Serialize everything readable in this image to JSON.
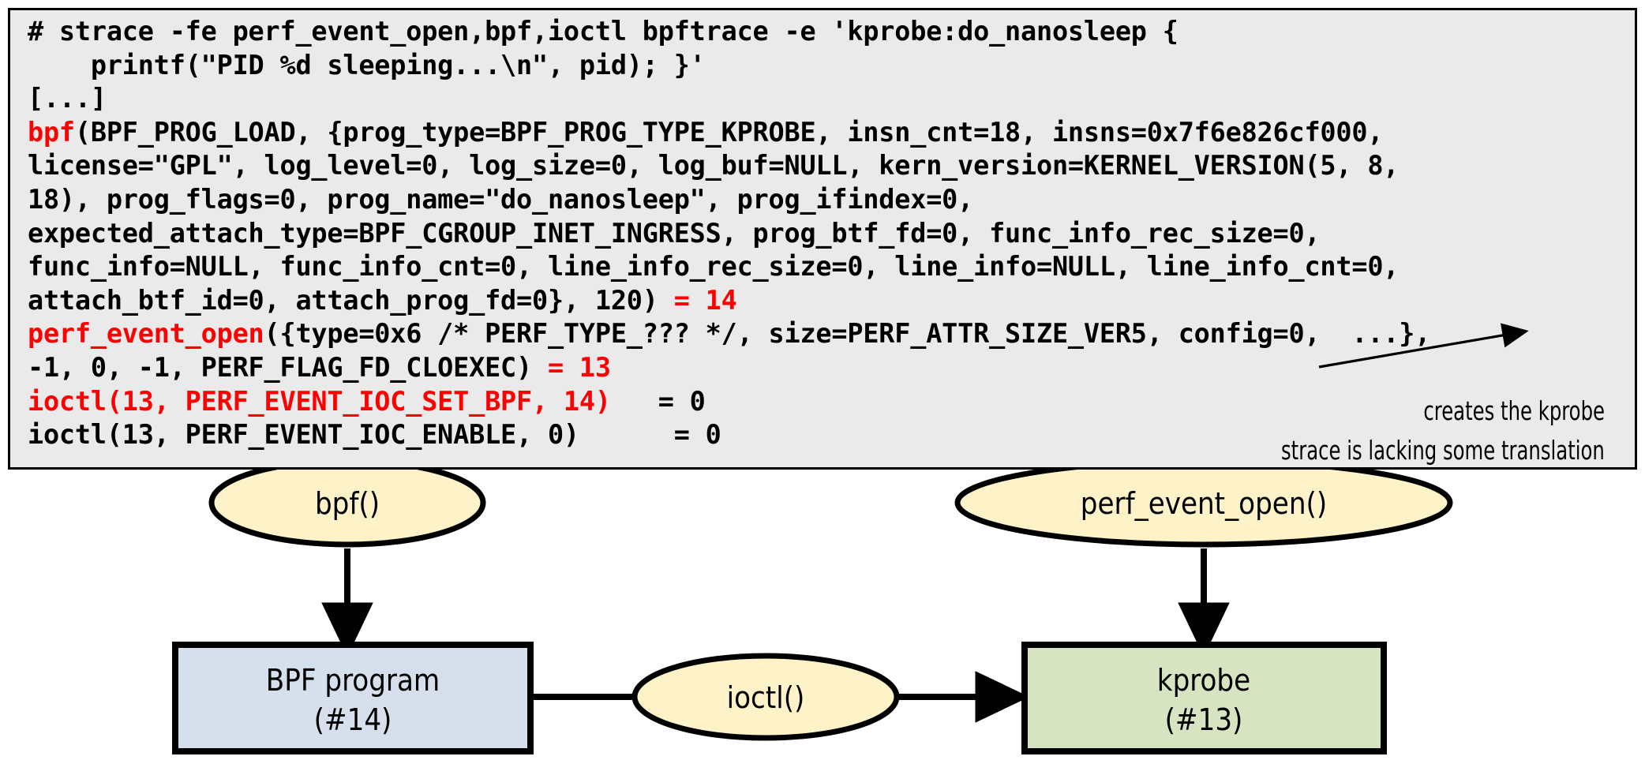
{
  "terminal": {
    "background_color": "#eaeaea",
    "border_color": "#000000",
    "text_color": "#000000",
    "highlight_color": "#ff0000",
    "lines": [
      [
        {
          "t": "# strace -fe perf_event_open,bpf,ioctl bpftrace -e 'kprobe:do_nanosleep {",
          "c": "black"
        }
      ],
      [
        {
          "t": "    printf(\"PID %d sleeping...\\n\", pid); }'",
          "c": "black"
        }
      ],
      [
        {
          "t": "[...]",
          "c": "black"
        }
      ],
      [
        {
          "t": "bpf",
          "c": "red"
        },
        {
          "t": "(BPF_PROG_LOAD, {prog_type=BPF_PROG_TYPE_KPROBE, insn_cnt=18, insns=0x7f6e826cf000,",
          "c": "black"
        }
      ],
      [
        {
          "t": "license=\"GPL\", log_level=0, log_size=0, log_buf=NULL, kern_version=KERNEL_VERSION(5, 8,",
          "c": "black"
        }
      ],
      [
        {
          "t": "18), prog_flags=0, prog_name=\"do_nanosleep\", prog_ifindex=0,",
          "c": "black"
        }
      ],
      [
        {
          "t": "expected_attach_type=BPF_CGROUP_INET_INGRESS, prog_btf_fd=0, func_info_rec_size=0,",
          "c": "black"
        }
      ],
      [
        {
          "t": "func_info=NULL, func_info_cnt=0, line_info_rec_size=0, line_info=NULL, line_info_cnt=0,",
          "c": "black"
        }
      ],
      [
        {
          "t": "attach_btf_id=0, attach_prog_fd=0}, 120) ",
          "c": "black"
        },
        {
          "t": "= 14",
          "c": "red"
        }
      ],
      [
        {
          "t": "perf_event_open",
          "c": "red"
        },
        {
          "t": "({type=0x6 /* PERF_TYPE_??? */, size=PERF_ATTR_SIZE_VER5, config=0,  ...},",
          "c": "black"
        }
      ],
      [
        {
          "t": "-1, 0, -1, PERF_FLAG_FD_CLOEXEC) ",
          "c": "black"
        },
        {
          "t": "= 13",
          "c": "red"
        }
      ],
      [
        {
          "t": "ioctl(13, PERF_EVENT_IOC_SET_BPF, 14)",
          "c": "red"
        },
        {
          "t": "   = 0",
          "c": "black"
        }
      ],
      [
        {
          "t": "ioctl(13, PERF_EVENT_IOC_ENABLE, 0)",
          "c": "black"
        },
        {
          "t": "      = 0",
          "c": "black"
        }
      ]
    ]
  },
  "annotations": {
    "creates_kprobe": "creates the kprobe",
    "strace_lacking": "strace is lacking some translation"
  },
  "diagram": {
    "colors": {
      "ellipse_fill": "#fdf2c8",
      "bpf_box_fill": "#d6dfec",
      "kprobe_box_fill": "#d6e4c2",
      "stroke": "#000000"
    },
    "nodes": {
      "bpf_call": "bpf()",
      "perf_event_open_call": "perf_event_open()",
      "ioctl_call": "ioctl()",
      "bpf_program_line1": "BPF program",
      "bpf_program_line2": "(#14)",
      "kprobe_line1": "kprobe",
      "kprobe_line2": "(#13)"
    }
  }
}
